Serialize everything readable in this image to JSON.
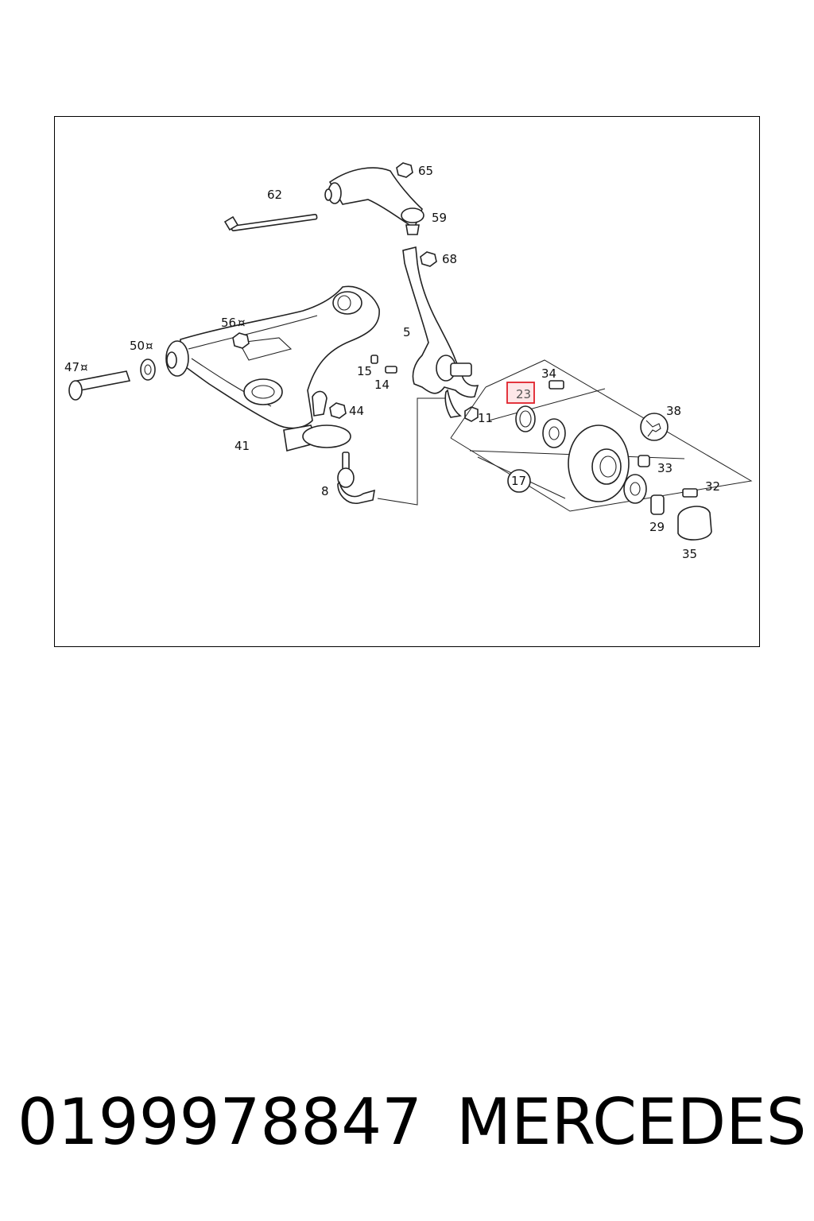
{
  "diagram": {
    "callouts": [
      "62",
      "65",
      "59",
      "68",
      "5",
      "56",
      "50",
      "47",
      "15",
      "14",
      "11",
      "34",
      "23",
      "38",
      "44",
      "41",
      "8",
      "17",
      "33",
      "32",
      "29",
      "35"
    ],
    "highlighted_callout": "23",
    "highlight_color": "#e0202a",
    "highlight_fill": "#fde7e8"
  },
  "footer": {
    "part_number": "0199978847",
    "brand": "MERCEDES"
  }
}
